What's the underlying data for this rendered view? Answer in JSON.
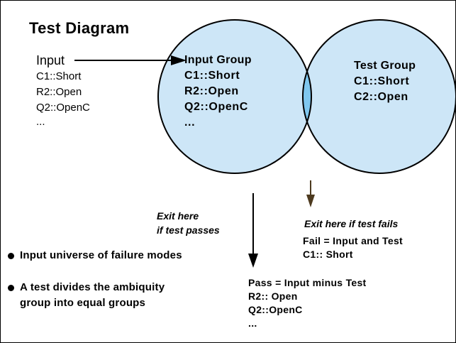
{
  "title": "Test Diagram",
  "input": {
    "label": "Input",
    "items": [
      "C1::Short",
      "R2::Open",
      "Q2::OpenC",
      "..."
    ]
  },
  "input_group": {
    "title": "Input Group",
    "items": [
      "C1::Short",
      "R2::Open",
      "Q2::OpenC",
      "..."
    ]
  },
  "test_group": {
    "title": "Test Group",
    "items": [
      "C1::Short",
      "C2::Open"
    ]
  },
  "exit_pass": {
    "line1": "Exit here",
    "line2": "if test passes"
  },
  "exit_fail": {
    "label": "Exit here if test fails"
  },
  "fail_result": {
    "title": "Fail = Input and Test",
    "items": [
      "C1:: Short"
    ]
  },
  "pass_result": {
    "title": "Pass = Input minus Test",
    "items": [
      "R2:: Open",
      "Q2::OpenC",
      "..."
    ]
  },
  "bullets": [
    {
      "lines": [
        "Input universe of failure modes"
      ]
    },
    {
      "lines": [
        "A test divides the ambiquity",
        "group into equal groups"
      ]
    }
  ],
  "colors": {
    "circle_fill": "#cde6f7",
    "intersection_fill": "#7fc7ef",
    "outline": "#000000",
    "fail_arrow": "#4d3a1f",
    "background": "#ffffff"
  }
}
